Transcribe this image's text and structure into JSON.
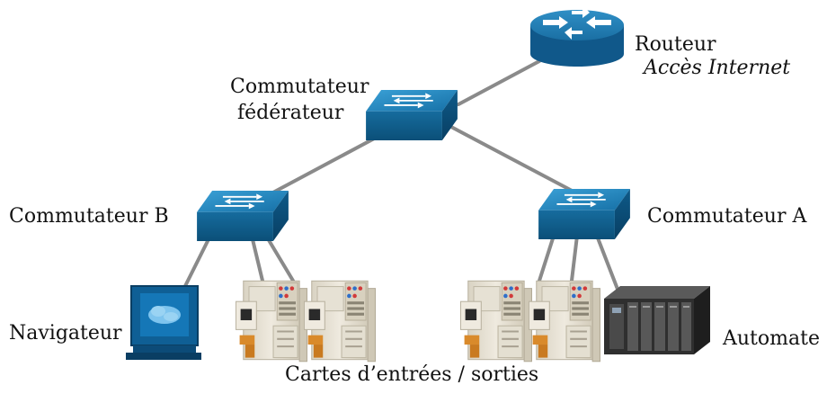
{
  "nodes": {
    "router": {
      "label": "Routeur",
      "sublabel": "Accès Internet",
      "icon": "router-icon"
    },
    "federator_switch": {
      "label_line1": "Commutateur",
      "label_line2": "fédérateur",
      "icon": "network-switch-icon"
    },
    "switch_b": {
      "label": "Commutateur B",
      "icon": "network-switch-icon"
    },
    "switch_a": {
      "label": "Commutateur A",
      "icon": "network-switch-icon"
    },
    "browser": {
      "label": "Navigateur",
      "icon": "computer-terminal-icon"
    },
    "plc": {
      "label": "Automate",
      "icon": "plc-rack-icon"
    },
    "io_cards": {
      "label": "Cartes d’entrées / sorties",
      "icon": "io-module-icon",
      "count": 4
    }
  },
  "colors": {
    "switch_top": "#1a7fb5",
    "switch_front": "#0f5f8f",
    "router": "#1b77ad",
    "link": "#8a8a8a",
    "module_body": "#e8e3d6",
    "plc_body": "#3a3a3a"
  }
}
